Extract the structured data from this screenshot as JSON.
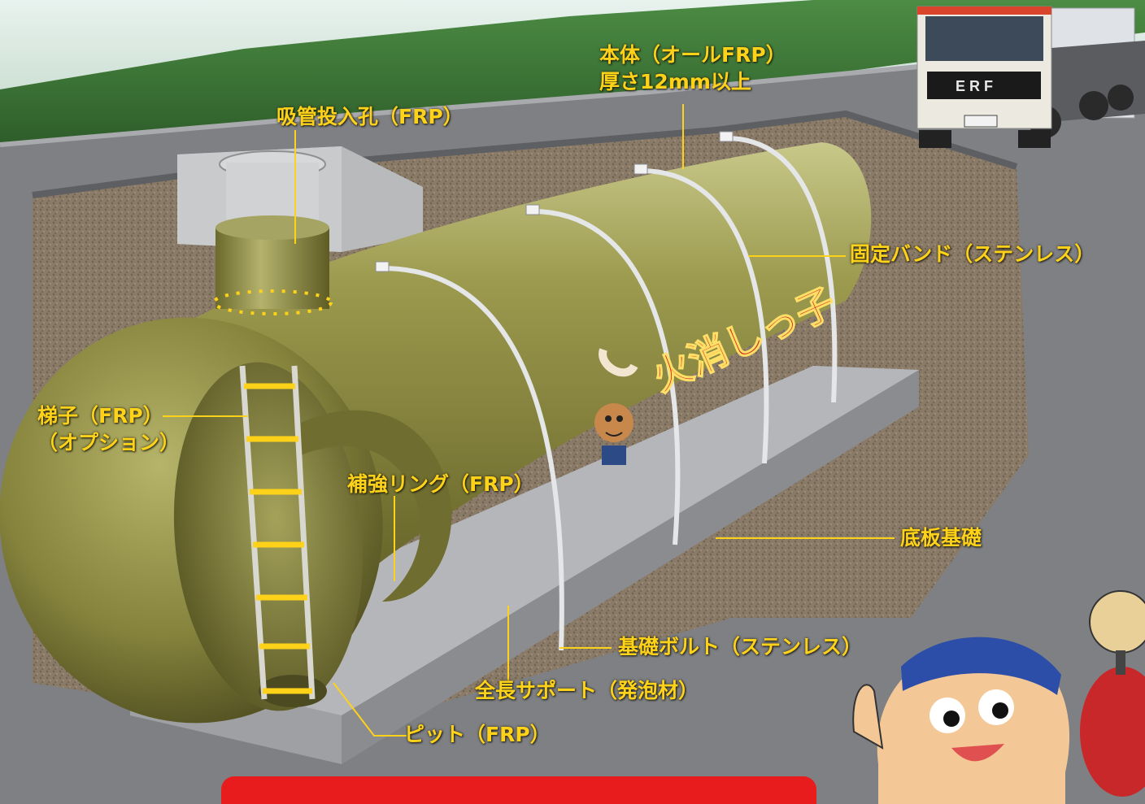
{
  "labels": {
    "body_line1": "本体（オールFRP）",
    "body_line2": "厚さ12mm以上",
    "suction_port": "吸管投入孔（FRP）",
    "fixing_band": "固定バンド（ステンレス）",
    "ladder_line1": "梯子（FRP）",
    "ladder_line2": "（オプション）",
    "reinforcing_ring": "補強リング（FRP）",
    "base_slab": "底板基礎",
    "foundation_bolt": "基礎ボルト（ステンレス）",
    "full_support": "全長サポート（発泡材）",
    "pit": "ピット（FRP）"
  },
  "tank_logo_text": "火消しっ子",
  "truck_plate_text": "E R F",
  "colors": {
    "label": "#ffd21a",
    "tank": "#8a8a3c",
    "ground": "#8a7a66",
    "road": "#7e8084",
    "grass": "#3f7a3a",
    "banner": "#e81c1c"
  }
}
